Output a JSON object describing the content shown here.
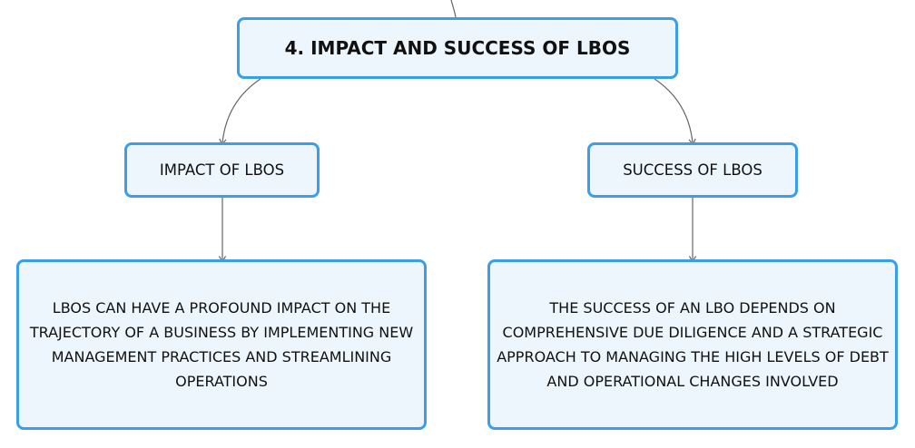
{
  "diagram": {
    "root": {
      "label": "4. IMPACT AND SUCCESS OF LBOS"
    },
    "branches": [
      {
        "label": "IMPACT OF LBOS",
        "detail": "LBOS CAN HAVE A PROFOUND IMPACT ON THE TRAJECTORY OF A BUSINESS BY IMPLEMENTING NEW MANAGEMENT PRACTICES AND STREAMLINING OPERATIONS"
      },
      {
        "label": "SUCCESS OF LBOS",
        "detail": "THE SUCCESS OF AN LBO DEPENDS ON COMPREHENSIVE DUE DILIGENCE AND A STRATEGIC APPROACH TO MANAGING THE HIGH LEVELS OF DEBT AND OPERATIONAL CHANGES INVOLVED"
      }
    ]
  },
  "colors": {
    "node_border": "#3b9ee8",
    "node_fill": "#eef6fd",
    "connector": "#666666",
    "text": "#111111"
  }
}
